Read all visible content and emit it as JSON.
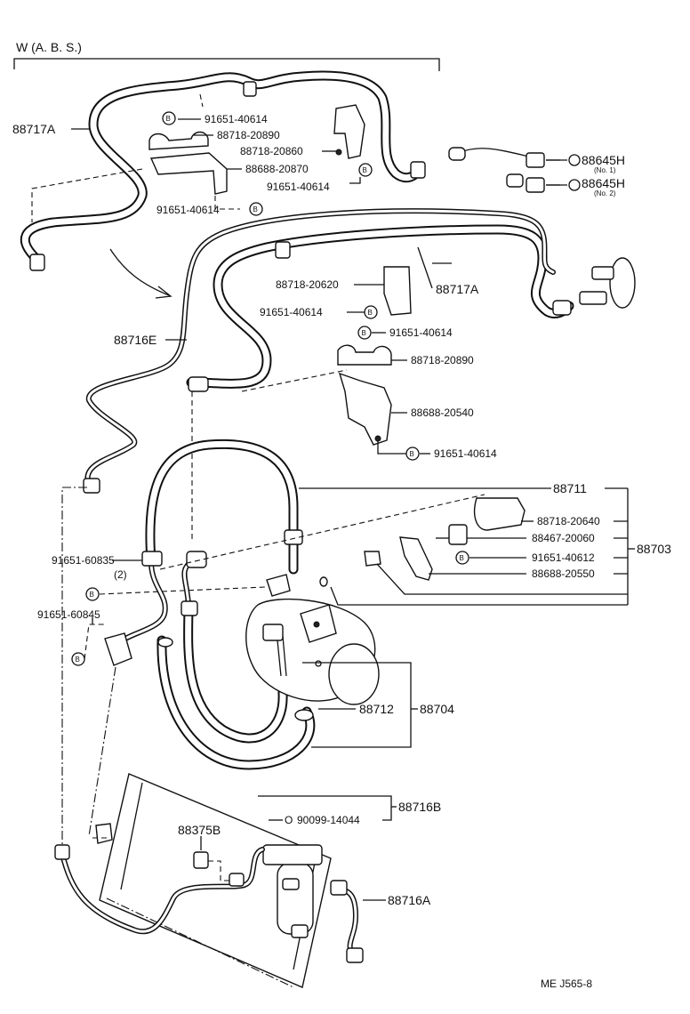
{
  "header": {
    "variant": "W (A. B. S.)",
    "drawing_code": "ME  J565-8"
  },
  "bolt_symbol": "B",
  "oring_symbol": "O",
  "labels": {
    "p88717A_top": "88717A",
    "p91651_40614_a": "91651-40614",
    "p88718_20890_a": "88718-20890",
    "p88718_20860": "88718-20860",
    "p88688_20870": "88688-20870",
    "p91651_40614_b": "91651-40614",
    "p91651_40614_c": "91651-40614",
    "p88645H_1": "88645H",
    "p88645H_1_note": "(No. 1)",
    "p88645H_2": "88645H",
    "p88645H_2_note": "(No. 2)",
    "p88718_20620": "88718-20620",
    "p88717A_mid": "88717A",
    "p91651_40614_d": "91651-40614",
    "p88716E": "88716E",
    "p91651_40614_e": "91651-40614",
    "p88718_20890_b": "88718-20890",
    "p88688_20540": "88688-20540",
    "p91651_40614_f": "91651-40614",
    "p88711": "88711",
    "p88718_20640": "88718-20640",
    "p88467_20060": "88467-20060",
    "p88703": "88703",
    "p91651_40612": "91651-40612",
    "p88688_20550": "88688-20550",
    "p91651_60835": "91651-60835",
    "p91651_60835_qty": "(2)",
    "p91651_60845": "91651-60845",
    "p88712": "88712",
    "p88704": "88704",
    "p88716B": "88716B",
    "p90099_14044": "90099-14044",
    "p88375B": "88375B",
    "p88716A": "88716A"
  }
}
